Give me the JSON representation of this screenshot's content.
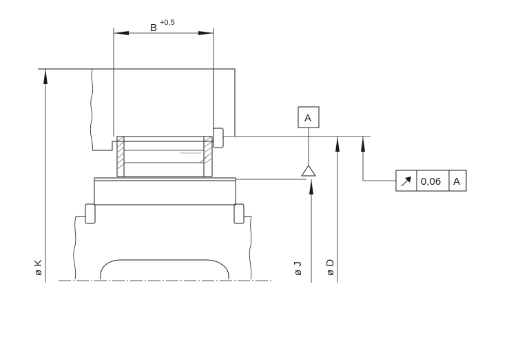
{
  "dimensions": {
    "width_label": "B",
    "width_tolerance": "+0,5",
    "outer_diameter_label": "ø K",
    "bore_diameter_label": "ø D",
    "seat_diameter_label": "ø J"
  },
  "datum": {
    "label": "A"
  },
  "tolerance_frame": {
    "symbol": "circular-runout-icon",
    "value": "0,06",
    "datum_ref": "A"
  }
}
